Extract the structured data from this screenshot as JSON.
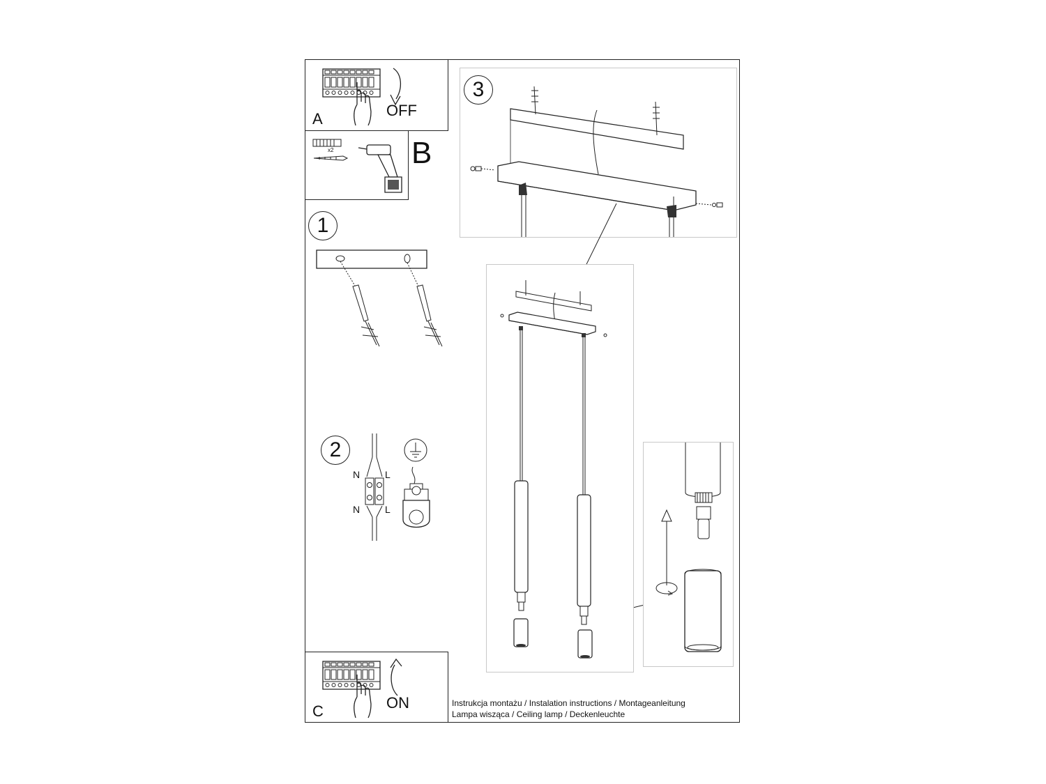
{
  "steps": {
    "a": {
      "letter": "A",
      "switch_label": "OFF"
    },
    "b": {
      "letter": "B",
      "quantity": "x2"
    },
    "c": {
      "letter": "C",
      "switch_label": "ON"
    },
    "step1": "1",
    "step2": "2",
    "step3": "3"
  },
  "wiring": {
    "n_top": "N",
    "l_top": "L",
    "n_bottom": "N",
    "l_bottom": "L"
  },
  "footer": {
    "line1": "Instrukcja montażu / Instalation instructions / Montageanleitung",
    "line2": "Lampa wisząca / Ceiling lamp / Deckenleuchte"
  },
  "icons": [
    "breaker-panel-icon",
    "hand-icon",
    "curved-arrow-icon",
    "wall-plug-icon",
    "screw-icon",
    "drill-icon",
    "ground-symbol-icon",
    "terminal-block-icon",
    "ground-terminal-icon",
    "rotate-icon",
    "up-arrow-icon"
  ]
}
